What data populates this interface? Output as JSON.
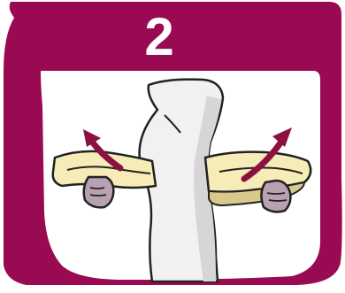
{
  "step": {
    "number": "2"
  },
  "colors": {
    "frame": "#9a0a52",
    "panel": "#ffffff",
    "cloth": "#f5ecb8",
    "cloth_shadow": "#d9c98a",
    "leg": "#f2f0f1",
    "leg_shadow": "#d8d5d7",
    "hand": "#b8a2b1",
    "outline": "#222222",
    "arrow": "#8c1140"
  },
  "illustration": {
    "subject": "leg-with-cloth-wrap",
    "arrows": [
      "arrow-up-left",
      "arrow-up-right"
    ]
  }
}
